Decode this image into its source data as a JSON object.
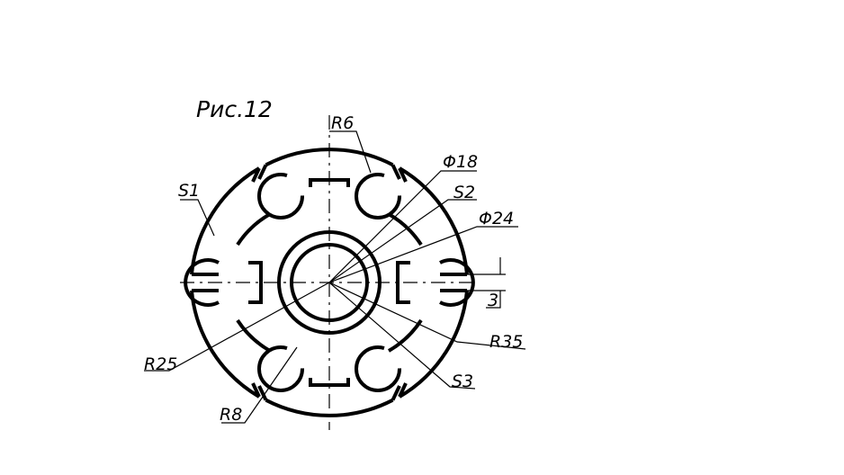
{
  "figure": {
    "caption": "Рис.12",
    "labels": {
      "r6": "R6",
      "d18": "Φ18",
      "s1": "S1",
      "s2": "S2",
      "d24": "Φ24",
      "gap3": "3",
      "r35": "R35",
      "r25": "R25",
      "s3": "S3",
      "r8": "R8"
    }
  }
}
